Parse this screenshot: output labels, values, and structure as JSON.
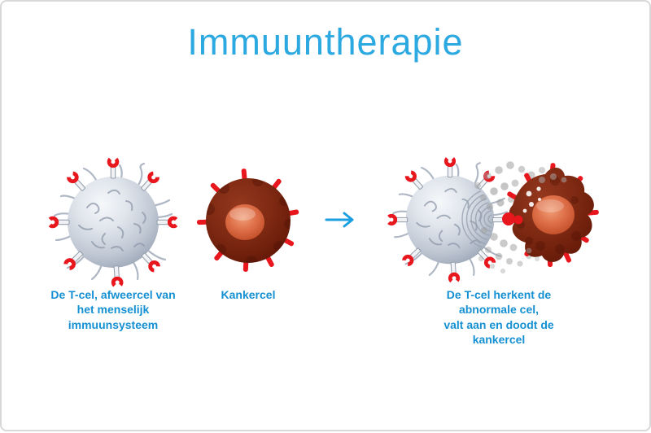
{
  "title": "Immuuntherapie",
  "captions": {
    "tcell": "De T-cel, afweercel van\nhet menselijk\nimmuunsysteem",
    "cancer": "Kankercel",
    "attack": "De T-cel herkent de\nabnormale cel,\nvalt aan en doodt de\nkankercel"
  },
  "icons": {
    "arrow": "right-arrow",
    "receptor": "t-cell-receptor"
  },
  "colors": {
    "title_blue": "#2CA9E1",
    "caption_blue": "#1590D2",
    "arrow_blue": "#1B9FE0",
    "receptor_red": "#E8161D",
    "tcell_silver": "#C2CAD6",
    "cancer_maroon": "#7E2912",
    "nucleus_orange": "#DE7049",
    "particle_gray": "#9E9E9E",
    "frame_border_gray": "#D9D9D9"
  }
}
